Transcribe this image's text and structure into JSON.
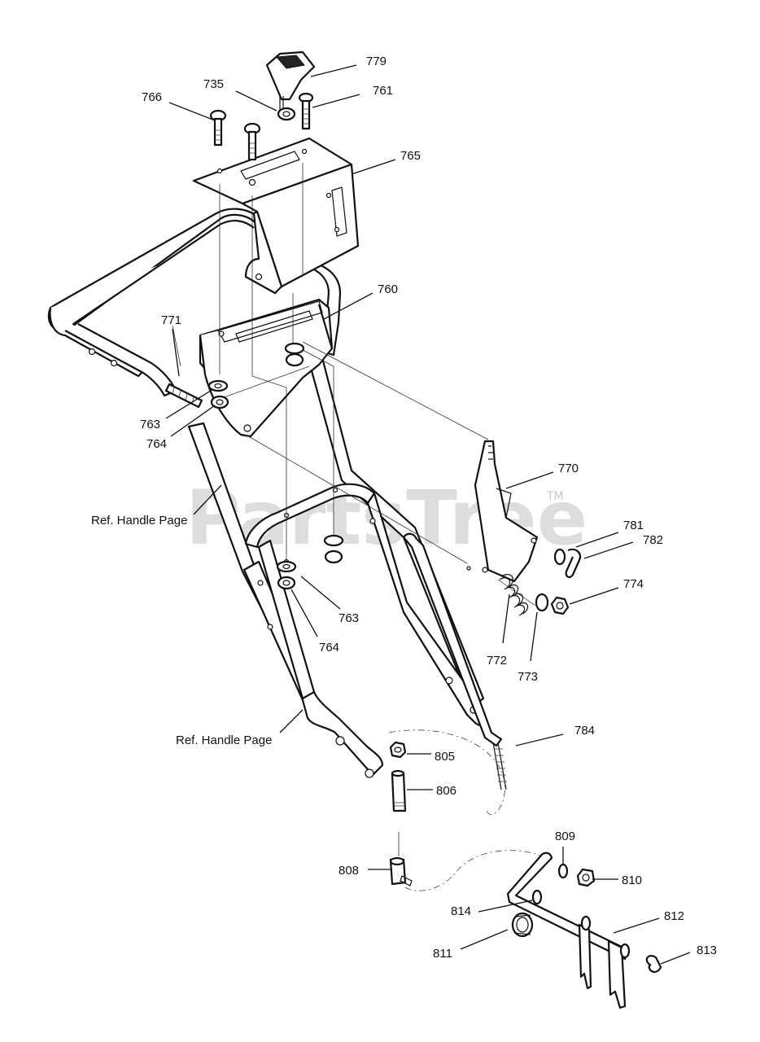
{
  "watermark": {
    "text": "PartsTree",
    "trademark": "TM"
  },
  "callouts": {
    "p779": "779",
    "p735": "735",
    "p761": "761",
    "p766": "766",
    "p765": "765",
    "p760": "760",
    "p771": "771",
    "p763a": "763",
    "p764a": "764",
    "p770": "770",
    "p781": "781",
    "p782": "782",
    "p774": "774",
    "p772": "772",
    "p773": "773",
    "p763b": "763",
    "p764b": "764",
    "p784": "784",
    "p805": "805",
    "p806": "806",
    "p808": "808",
    "p809": "809",
    "p810": "810",
    "p814": "814",
    "p812": "812",
    "p811": "811",
    "p813": "813"
  },
  "references": {
    "ref_upper": "Ref. Handle Page",
    "ref_lower": "Ref. Handle Page"
  }
}
